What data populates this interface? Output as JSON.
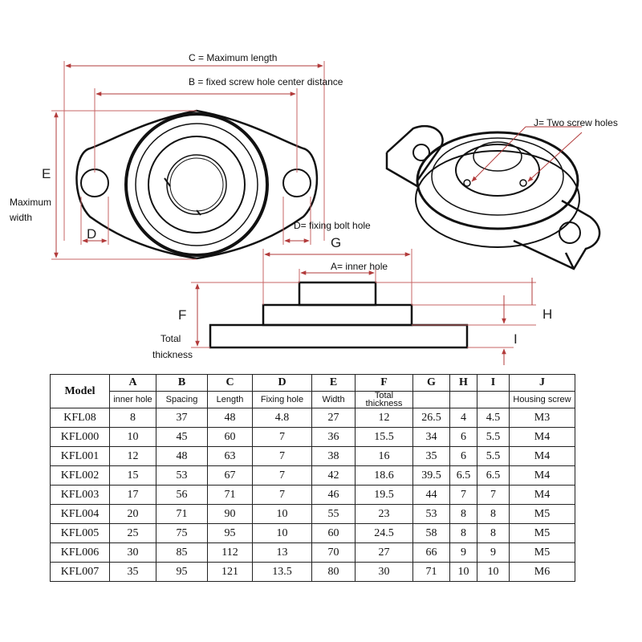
{
  "diagram": {
    "label_c": "C = Maximum length",
    "label_b": "B = fixed screw hole center distance",
    "label_e": "E",
    "label_max_width": [
      "Maximum",
      "width"
    ],
    "label_d_left": "D",
    "label_d_right": "D= fixing bolt hole",
    "label_j": "J= Two screw holes",
    "label_g": "G",
    "label_a": "A= inner hole",
    "label_f": "F",
    "label_total_thickness": [
      "Total",
      "thickness"
    ],
    "label_h": "H",
    "label_i": "I"
  },
  "table": {
    "header_letters": [
      "A",
      "B",
      "C",
      "D",
      "E",
      "F",
      "G",
      "H",
      "I",
      "J"
    ],
    "model_header": "Model",
    "sub_headers": [
      "inner hole",
      "Spacing",
      "Length",
      "Fixing hole",
      "Width",
      "Total thickness",
      "",
      "",
      "",
      "Housing screw"
    ],
    "rows": [
      [
        "KFL08",
        "8",
        "37",
        "48",
        "4.8",
        "27",
        "12",
        "26.5",
        "4",
        "4.5",
        "M3"
      ],
      [
        "KFL000",
        "10",
        "45",
        "60",
        "7",
        "36",
        "15.5",
        "34",
        "6",
        "5.5",
        "M4"
      ],
      [
        "KFL001",
        "12",
        "48",
        "63",
        "7",
        "38",
        "16",
        "35",
        "6",
        "5.5",
        "M4"
      ],
      [
        "KFL002",
        "15",
        "53",
        "67",
        "7",
        "42",
        "18.6",
        "39.5",
        "6.5",
        "6.5",
        "M4"
      ],
      [
        "KFL003",
        "17",
        "56",
        "71",
        "7",
        "46",
        "19.5",
        "44",
        "7",
        "7",
        "M4"
      ],
      [
        "KFL004",
        "20",
        "71",
        "90",
        "10",
        "55",
        "23",
        "53",
        "8",
        "8",
        "M5"
      ],
      [
        "KFL005",
        "25",
        "75",
        "95",
        "10",
        "60",
        "24.5",
        "58",
        "8",
        "8",
        "M5"
      ],
      [
        "KFL006",
        "30",
        "85",
        "112",
        "13",
        "70",
        "27",
        "66",
        "9",
        "9",
        "M5"
      ],
      [
        "KFL007",
        "35",
        "95",
        "121",
        "13.5",
        "80",
        "30",
        "71",
        "10",
        "10",
        "M6"
      ]
    ]
  }
}
